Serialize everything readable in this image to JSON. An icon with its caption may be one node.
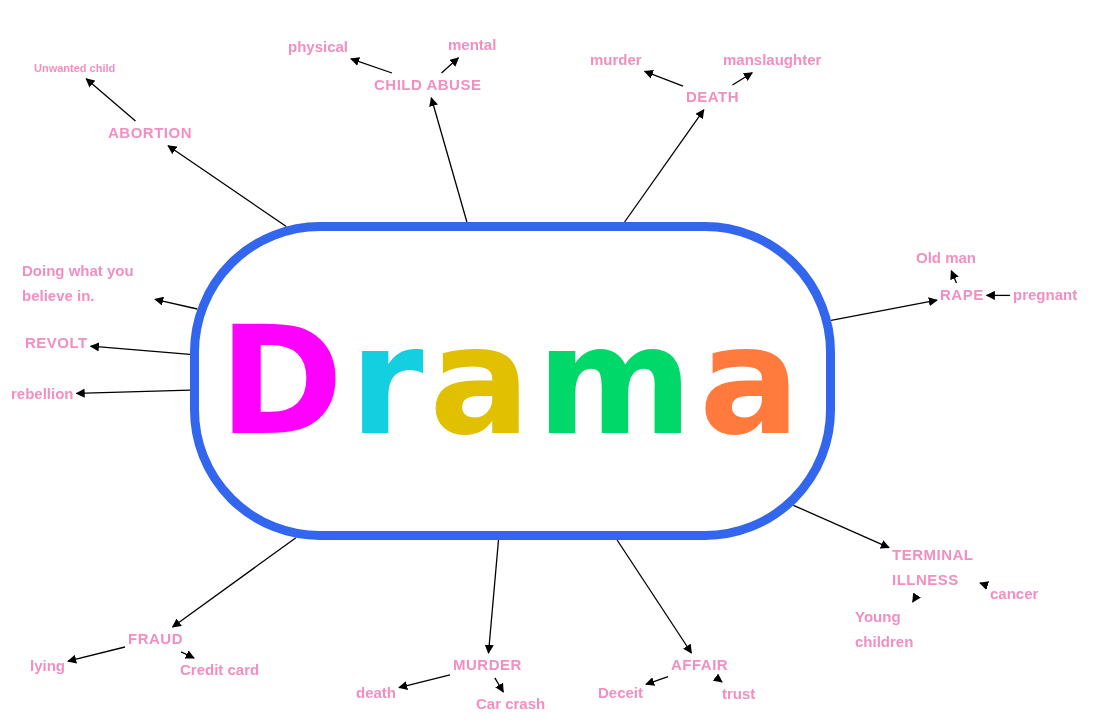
{
  "diagram": {
    "nodes": [
      {
        "text": [
          "Drama"
        ]
      },
      {
        "text": [
          "ABORTION"
        ]
      },
      {
        "text": [
          "Unwanted child"
        ]
      },
      {
        "text": [
          "CHILD ABUSE"
        ]
      },
      {
        "text": [
          "physical"
        ]
      },
      {
        "text": [
          "mental"
        ]
      },
      {
        "text": [
          "DEATH"
        ]
      },
      {
        "text": [
          "murder"
        ]
      },
      {
        "text": [
          "manslaughter"
        ]
      },
      {
        "text": [
          "RAPE"
        ]
      },
      {
        "text": [
          "Old man"
        ]
      },
      {
        "text": [
          "pregnant"
        ]
      },
      {
        "text": [
          "TERMINAL ILLNESS"
        ]
      },
      {
        "text": [
          "cancer"
        ]
      },
      {
        "text": [
          "Young children"
        ]
      },
      {
        "text": [
          "AFFAIR"
        ]
      },
      {
        "text": [
          "Deceit"
        ]
      },
      {
        "text": [
          "trust"
        ]
      },
      {
        "text": [
          "MURDER"
        ]
      },
      {
        "text": [
          "death"
        ]
      },
      {
        "text": [
          "Car crash"
        ]
      },
      {
        "text": [
          "FRAUD"
        ]
      },
      {
        "text": [
          "lying"
        ]
      },
      {
        "text": [
          "Credit card"
        ]
      },
      {
        "text": [
          "REVOLT"
        ]
      },
      {
        "text": [
          "Doing what you believe in."
        ]
      },
      {
        "text": [
          "rebellion"
        ]
      }
    ],
    "edges": [
      {
        "from": 0,
        "to": 1,
        "arrow": "to"
      },
      {
        "from": 1,
        "to": 2,
        "arrow": "to"
      },
      {
        "from": 0,
        "to": 3,
        "arrow": "to"
      },
      {
        "from": 3,
        "to": 4,
        "arrow": "to"
      },
      {
        "from": 3,
        "to": 5,
        "arrow": "to"
      },
      {
        "from": 0,
        "to": 6,
        "arrow": "to"
      },
      {
        "from": 6,
        "to": 7,
        "arrow": "to"
      },
      {
        "from": 6,
        "to": 8,
        "arrow": "to"
      },
      {
        "from": 0,
        "to": 9,
        "arrow": "to"
      },
      {
        "from": 9,
        "to": 10,
        "arrow": "to"
      },
      {
        "from": 11,
        "to": 9,
        "arrow": "to"
      },
      {
        "from": 0,
        "to": 12,
        "arrow": "to"
      },
      {
        "from": 13,
        "to": 12,
        "arrow": "to"
      },
      {
        "from": 12,
        "to": 14,
        "arrow": "to"
      },
      {
        "from": 0,
        "to": 15,
        "arrow": "to"
      },
      {
        "from": 15,
        "to": 16,
        "arrow": "to"
      },
      {
        "from": 15,
        "to": 17,
        "arrow": "to"
      },
      {
        "from": 0,
        "to": 18,
        "arrow": "to"
      },
      {
        "from": 18,
        "to": 19,
        "arrow": "to"
      },
      {
        "from": 18,
        "to": 20,
        "arrow": "to"
      },
      {
        "from": 0,
        "to": 21,
        "arrow": "to"
      },
      {
        "from": 21,
        "to": 22,
        "arrow": "to"
      },
      {
        "from": 21,
        "to": 23,
        "arrow": "to"
      },
      {
        "from": 0,
        "to": 24,
        "arrow": "to"
      },
      {
        "from": 0,
        "to": 25,
        "arrow": "to"
      },
      {
        "from": 0,
        "to": 26,
        "arrow": "to"
      }
    ]
  }
}
